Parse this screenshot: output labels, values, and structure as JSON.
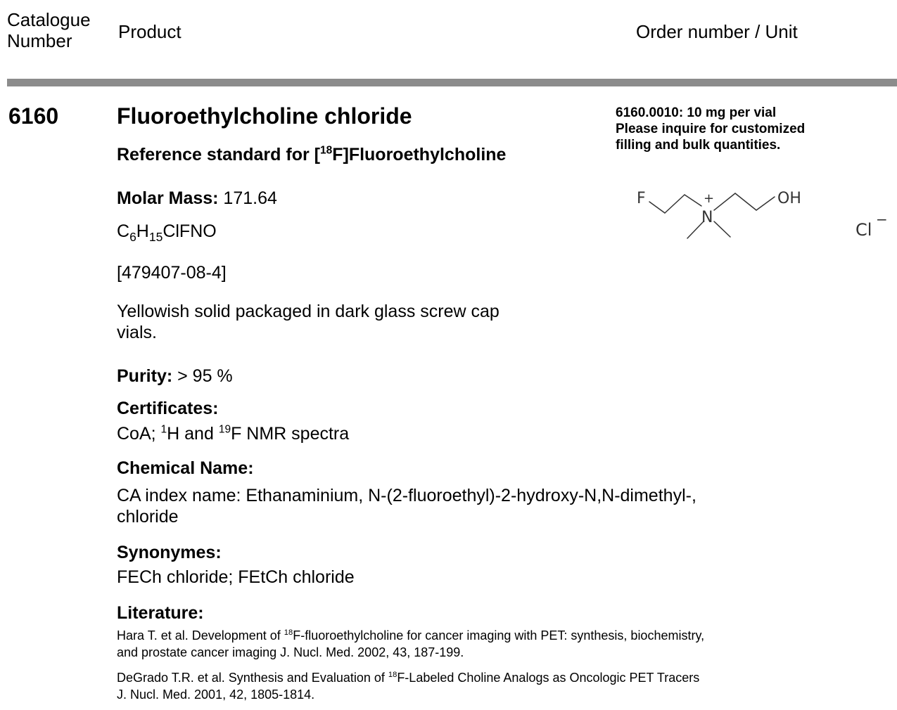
{
  "header": {
    "catalogue_label_1": "Catalogue",
    "catalogue_label_2": "Number",
    "product_label": "Product",
    "order_label": "Order number / Unit"
  },
  "product": {
    "catalogue_number": "6160",
    "name": "Fluoroethylcholine chloride",
    "subtitle_pre": "Reference standard for [",
    "subtitle_sup": "18",
    "subtitle_post": "F]Fluoroethylcholine",
    "molar_mass_label": "Molar Mass:",
    "molar_mass_value": " 171.64",
    "formula": {
      "c": "C",
      "c_n": "6",
      "h": "H",
      "h_n": "15",
      "rest": "ClFNO"
    },
    "cas": "[479407-08-4]",
    "description_1": "Yellowish solid packaged in dark glass screw cap",
    "description_2": "vials.",
    "purity_label": "Purity:",
    "purity_value": " > 95 %"
  },
  "order": {
    "line1": "6160.0010: 10 mg per vial",
    "line2": "Please inquire for customized",
    "line3": "filling and bulk quantities."
  },
  "structure": {
    "f": "F",
    "n": "N",
    "plus": "+",
    "oh": "OH",
    "cl": "Cl",
    "minus": "−"
  },
  "certificates": {
    "label": "Certificates:",
    "pre": "CoA; ",
    "sup1": "1",
    "mid": "H and ",
    "sup2": "19",
    "post": "F NMR spectra"
  },
  "chemical_name": {
    "label": "Chemical Name:",
    "line1": "CA index name: Ethanaminium, N-(2-fluoroethyl)-2-hydroxy-N,N-dimethyl-,",
    "line2": "chloride"
  },
  "synonymes": {
    "label": "Synonymes:",
    "value": "FECh chloride; FEtCh chloride"
  },
  "literature": {
    "label": "Literature:",
    "ref1_pre": "Hara T. et al. Development of ",
    "ref1_sup": "18",
    "ref1_line1_post": "F-fluoroethylcholine for cancer imaging with PET: synthesis, biochemistry,",
    "ref1_line2": "and prostate cancer imaging J. Nucl. Med. 2002, 43, 187-199.",
    "ref2_pre": "DeGrado T.R. et al. Synthesis and Evaluation of ",
    "ref2_sup": "18",
    "ref2_line1_post": "F-Labeled Choline Analogs as Oncologic PET Tracers",
    "ref2_line2": "J. Nucl. Med. 2001, 42, 1805-1814."
  }
}
